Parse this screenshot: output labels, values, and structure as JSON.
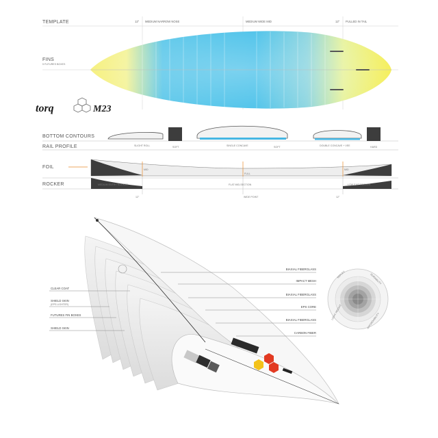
{
  "spec_sheet": {
    "template_label": "TEMPLATE",
    "fins_label": "FINS",
    "fins_sublabel": "5 FUTURES BOXES",
    "top_annotations": {
      "left_measure": "12\"",
      "medium_narrow_nose": "MEDIUM NARROW NOSE",
      "medium_wide_mid": "MEDIUM WIDE MID",
      "right_measure": "12\"",
      "pulled_in_tail": "PULLED IN TAIL"
    },
    "bottom_contours_label": "BOTTOM CONTOURS",
    "rail_profile_label": "RAIL PROFILE",
    "contours": {
      "nose": "SLIGHT ROLL",
      "mid": "SINGLE CONCAVE",
      "tail": "DOUBLE CONCAVE + VEE"
    },
    "rail": {
      "left": "SOFT",
      "right_soft": "SOFT",
      "hard": "HARD"
    },
    "foil_label": "FOIL",
    "foil_points": {
      "nose": "MID",
      "mid": "FULL",
      "tail": "MID"
    },
    "rocker_label": "ROCKER",
    "rocker": {
      "nose": "MEDIUM ENTRY ROCKER",
      "mid": "FLAT MID-SECTION",
      "tail": "LOW EXIT ROCKER"
    },
    "bottom_measures": {
      "left": "12\"",
      "wide_point": "WIDE POINT",
      "right": "12\""
    }
  },
  "brand": {
    "name": "torq",
    "model": "M23"
  },
  "construction": {
    "left_layers": [
      "CLEAR COAT",
      "SHIELD SKIN",
      "(EPS LIGHTER)",
      "FUTURES FIN BOXES",
      "SHIELD SKIN"
    ],
    "right_layers": [
      "BIAXIAL FIBERGLASS",
      "IMPACT MESH",
      "BIAXIAL FIBERGLASS",
      "EPS CORE",
      "BIAXIAL FIBERGLASS",
      "CARBON FIBER"
    ]
  },
  "rating_wheel": {
    "top_left": "REFLEX",
    "top_right": "DURABILITY",
    "bottom_left": "LIGHT WEIGHT",
    "bottom_right": "AFFORDABILITY"
  },
  "colors": {
    "accent": "#e98a2a",
    "yellow": "#f6ee6a",
    "blue": "#4ec4e8",
    "dark": "#3a3a3a"
  }
}
